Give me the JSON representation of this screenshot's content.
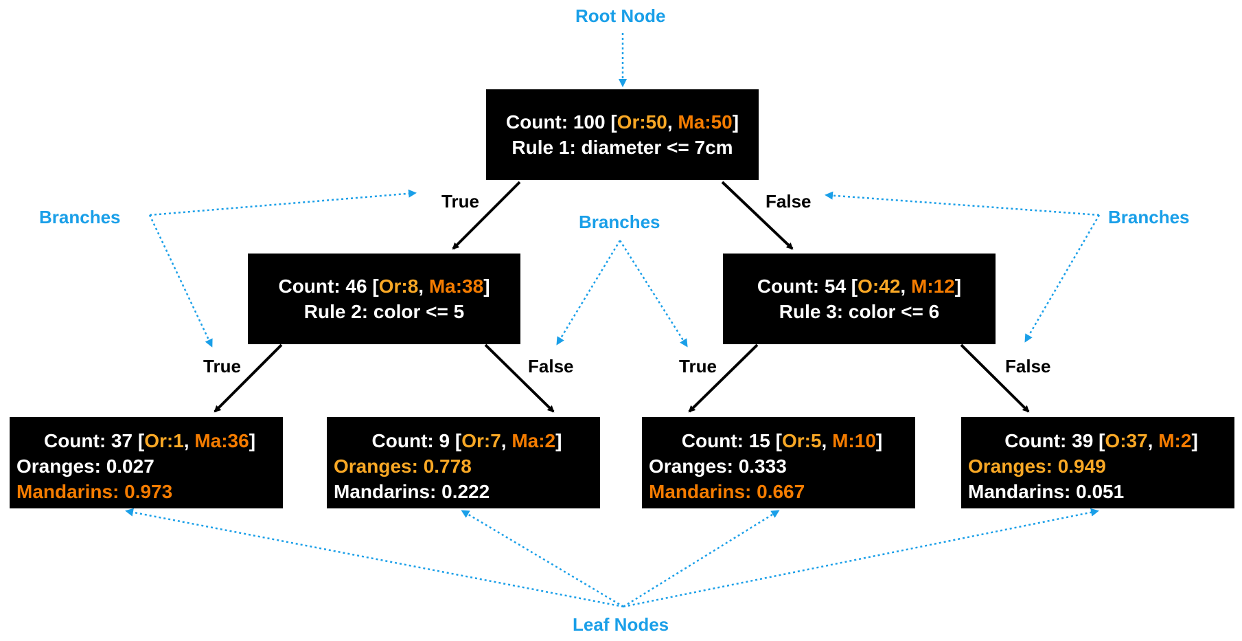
{
  "colors": {
    "node_bg": "#000000",
    "annotation": "#1A9FE8",
    "oranges_accent": "#F9A825",
    "mandarins_accent": "#F57C00",
    "edge": "#000000"
  },
  "annotations": {
    "root_node": "Root Node",
    "branches": "Branches",
    "leaf_nodes": "Leaf Nodes"
  },
  "edge_labels": {
    "true": "True",
    "false": "False"
  },
  "root": {
    "count_prefix": "Count: 100 [",
    "a": "Or:50",
    "sep": ", ",
    "b": "Ma:50",
    "close": "]",
    "rule": "Rule 1: diameter <= 7cm"
  },
  "internal": [
    {
      "count_prefix": "Count: 46 [",
      "a": "Or:8",
      "sep": ", ",
      "b": "Ma:38",
      "close": "]",
      "rule": "Rule 2: color <= 5"
    },
    {
      "count_prefix": "Count: 54 [",
      "a": "O:42",
      "sep": ", ",
      "b": "M:12",
      "close": "]",
      "rule": "Rule 3: color <= 6"
    }
  ],
  "leaves": [
    {
      "count_prefix": "Count: 37 [",
      "a": "Or:1",
      "sep": ", ",
      "b": "Ma:36",
      "close": "]",
      "oranges": "Oranges: 0.027",
      "mandarins": "Mandarins: 0.973",
      "highlight": "mandarins"
    },
    {
      "count_prefix": "Count: 9 [",
      "a": "Or:7",
      "sep": ", ",
      "b": "Ma:2",
      "close": "]",
      "oranges": "Oranges: 0.778",
      "mandarins": "Mandarins: 0.222",
      "highlight": "oranges"
    },
    {
      "count_prefix": "Count: 15 [",
      "a": "Or:5",
      "sep": ", ",
      "b": "M:10",
      "close": "]",
      "oranges": "Oranges: 0.333",
      "mandarins": "Mandarins: 0.667",
      "highlight": "mandarins"
    },
    {
      "count_prefix": "Count: 39 [",
      "a": "O:37",
      "sep": ", ",
      "b": "M:2",
      "close": "]",
      "oranges": "Oranges: 0.949",
      "mandarins": "Mandarins: 0.051",
      "highlight": "oranges"
    }
  ]
}
